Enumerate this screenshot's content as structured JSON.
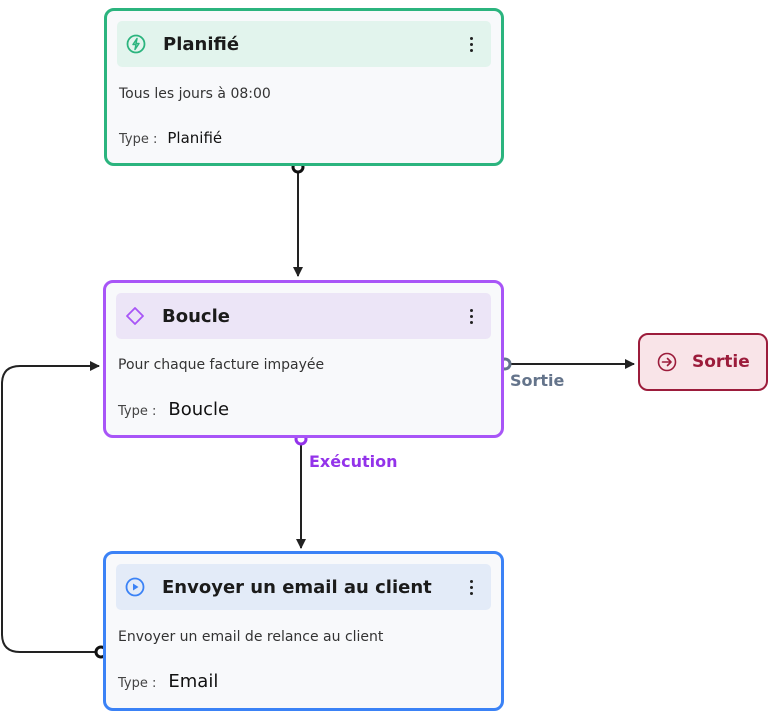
{
  "nodes": {
    "planifie": {
      "title": "Planifié",
      "description": "Tous les jours à 08:00",
      "type_label": "Type :",
      "type_value": "Planifié",
      "icon": "lightning-icon",
      "accent": "#2bb47e"
    },
    "boucle": {
      "title": "Boucle",
      "description": "Pour chaque facture impayée",
      "type_label": "Type :",
      "type_value": "Boucle",
      "icon": "diamond-icon",
      "accent": "#a855f7"
    },
    "email": {
      "title": "Envoyer un email au client",
      "description": "Envoyer un email de relance au client",
      "type_label": "Type :",
      "type_value": "Email",
      "icon": "play-icon",
      "accent": "#3b82f6"
    },
    "sortie": {
      "title": "Sortie",
      "icon": "exit-icon",
      "accent": "#9c1c3b"
    }
  },
  "edges": [
    {
      "from": "planifie",
      "to": "boucle",
      "label": ""
    },
    {
      "from": "boucle",
      "to": "sortie",
      "label": "Sortie",
      "color": "#64748b"
    },
    {
      "from": "boucle",
      "to": "email",
      "label": "Exécution",
      "color": "#9333ea"
    },
    {
      "from": "email",
      "to": "boucle",
      "label": ""
    }
  ]
}
